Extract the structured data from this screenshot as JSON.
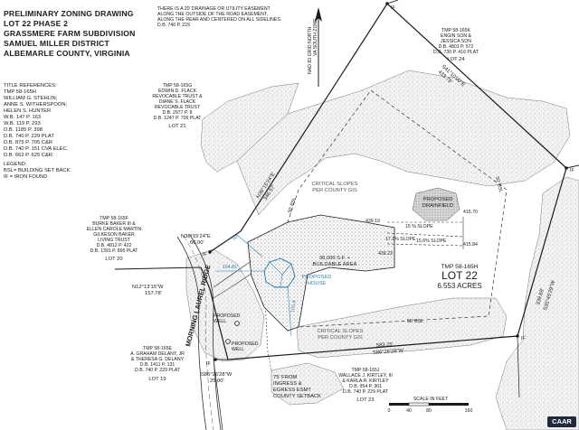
{
  "title_block": [
    "PRELIMINARY ZONING DRAWING",
    "LOT 22 PHASE 2",
    "GRASSMERE FARM SUBDIVISION",
    "SAMUEL MILLER DISTRICT",
    "ALBEMARLE COUNTY, VIRGINIA"
  ],
  "easement_note": [
    "THERE IS A 20' DRAINAGE OR UTILITY EASEMENT",
    "ALONG THE OUTSIDE OF THE ROAD EASEMENT,",
    "ALONG THE REAR AND CENTERED ON ALL SIDELINES.",
    "D.B. 740 P. 229"
  ],
  "north_arrow": [
    "NAD 83 GRID NORTH",
    "VA SOUTH ZONE"
  ],
  "title_references": [
    "TITLE REFERENCES:",
    "TMP 58-165H",
    "WILLIAM G. STEHLIN;",
    "ANNE S. WITHERSPOON;",
    "HELEN S. HUNTER",
    "W.B. 147 P. 163",
    "W.B. 119 P. 293",
    "D.B. 1185 P. 398",
    "D.B. 740 P. 229 PLAT",
    "D.B. 875 P. 705 C&R",
    "D.B. 740 P. 151 CVA ELEC.",
    "D.B. 662 P. 625 C&R"
  ],
  "legend": [
    "LEGEND:",
    "BSL= BUILDING SET BACK",
    "IF = IRON FOUND"
  ],
  "owners": {
    "lot24": [
      "TMP 58-165K",
      "ENGIN SON &",
      "JESSICA SON",
      "D.B. 4801 P. 572",
      "D.B. 730 P. 416 PLAT",
      "LOT 24"
    ],
    "lot21": [
      "TMP 58-165G",
      "EDWIN D. FLACK",
      "REVOCABLE TRUST &",
      "DIANE S. FLACK",
      "REVOCABLE TRUST",
      "D.B. 2977 P. 8",
      "D.B. 1247 P. 706 PLAT",
      "LOT 21"
    ],
    "lot20": [
      "TMP 58-165F",
      "BURKE BAKER III &",
      "ELLEN CAROLE MARTIN",
      "GILKESON BAKER",
      "LIVING TRUST",
      "D.B. 4812 P. 422",
      "D.B. 1391 P. 895 PLAT",
      "LOT 20"
    ],
    "lot19": [
      "TMP 58-165E",
      "A. GRAHAM DELANY, JR",
      "& THERESA G. DELANY",
      "D.B. 1411 P. 131",
      "D.B. 740 P. 229 PLAT",
      "LOT 19"
    ],
    "lot23": [
      "TMP 58-165J",
      "WALLACE J. KIRTLEY, III",
      "& KARLA R. KIRTLEY",
      "D.B. 954 P. 361",
      "D.B. 740 P. 229 PLAT",
      "LOT 23"
    ]
  },
  "subject_lot": {
    "tmp": "TMP 58-165H",
    "lot": "LOT 22",
    "acres": "6.553 ACRES"
  },
  "bearings": {
    "nw_line": [
      "N38°15'24\"E",
      "346.57'"
    ],
    "ne_line": [
      "S41°10'00\"E",
      "433.79'"
    ],
    "east_line": [
      "S35°45'29\"W",
      "339.69'"
    ],
    "south_line": [
      "583.25'",
      "S86°26'28\"W"
    ],
    "front_north": [
      "N38°15'24\"E",
      "60.00'"
    ],
    "front_mid": [
      "N12°13'15\"W",
      "157.78'"
    ],
    "front_south": [
      "S86°26'28\"W",
      "25.00'"
    ]
  },
  "dim_labels": {
    "a": "50'",
    "b": "164.81'",
    "c": "105.4'"
  },
  "spot_labels": {
    "a": "439.19",
    "b": "415.70",
    "c": "439.23",
    "d": "415.84"
  },
  "slope_labels": {
    "a": "15 % SLOPE",
    "b": "17.1% SLOPE",
    "c": "15.6% SLOPE"
  },
  "bsl_labels": {
    "a": "50' BSL",
    "b": "50' BSL",
    "c": "50' BSL"
  },
  "critical_slopes": [
    "CRITICAL SLOPES",
    "PER COUNTY GIS"
  ],
  "buildable": [
    "30,000 S.F. +",
    "BUILDABLE AREA"
  ],
  "proposed_house": [
    "PROPOSED",
    "HOUSE"
  ],
  "proposed_drainfield": [
    "PROPOSED",
    "DRAINFIELD"
  ],
  "proposed_well_1": [
    "PROPOSED",
    "WELL"
  ],
  "proposed_well_2": [
    "PROPOSED",
    "WELL"
  ],
  "ingress_note": [
    "75' FROM",
    "INGRESS &",
    "EGRESS ESMT",
    "COUNTY SETBACK"
  ],
  "street_name": "MORNING LAUREL RIDGE",
  "iron_found": "IF",
  "scale": {
    "title": "SCALE IN FEET",
    "ticks": [
      "0",
      "40",
      "80",
      "160"
    ]
  },
  "badge": "CAAR",
  "colors": {
    "line": "#1a1a1a",
    "house": "#2a7fb4",
    "hatch": "#9a9a9a"
  }
}
